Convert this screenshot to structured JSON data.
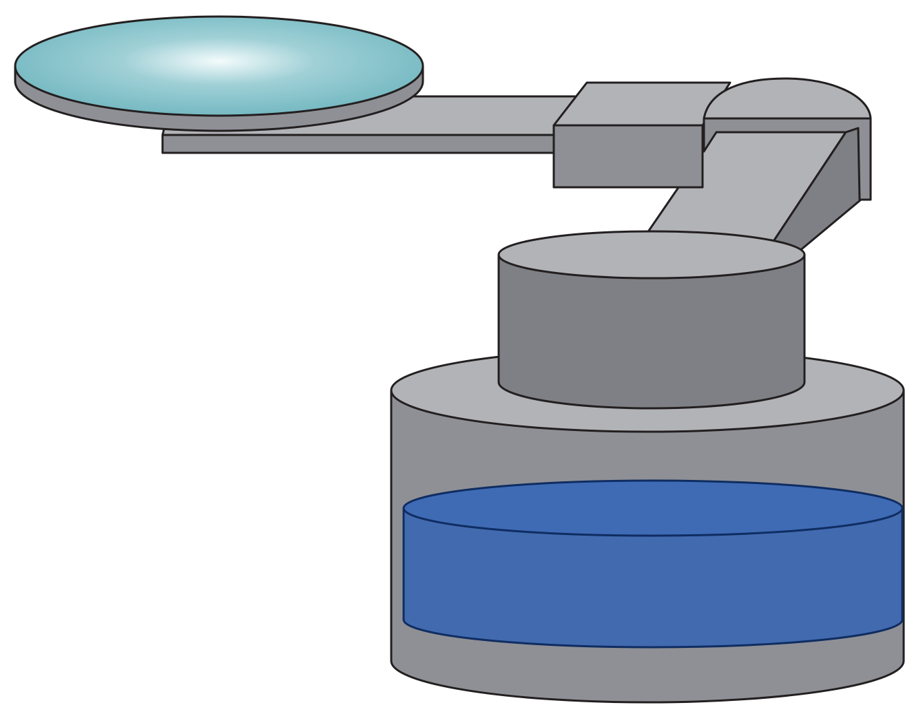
{
  "figure": {
    "subject": "wafer-handling-robot",
    "colors": {
      "outline": "#231f20",
      "body_light": "#b2b3b7",
      "body_mid": "#8f9095",
      "body_dark": "#7f8085",
      "wafer_light": "#f4fbfc",
      "wafer_mid": "#9fd0d6",
      "wafer_edge": "#6fb5bf",
      "liquid_top": "#3f6bb5",
      "liquid_side": "#426aaf",
      "liquid_outline": "#0f2d62",
      "background": "#ffffff"
    },
    "parts": [
      "wafer",
      "end-effector-arm",
      "wrist-block",
      "elbow-joint",
      "upper-arm",
      "shoulder-column",
      "base-cylinder",
      "liquid-tank"
    ]
  }
}
